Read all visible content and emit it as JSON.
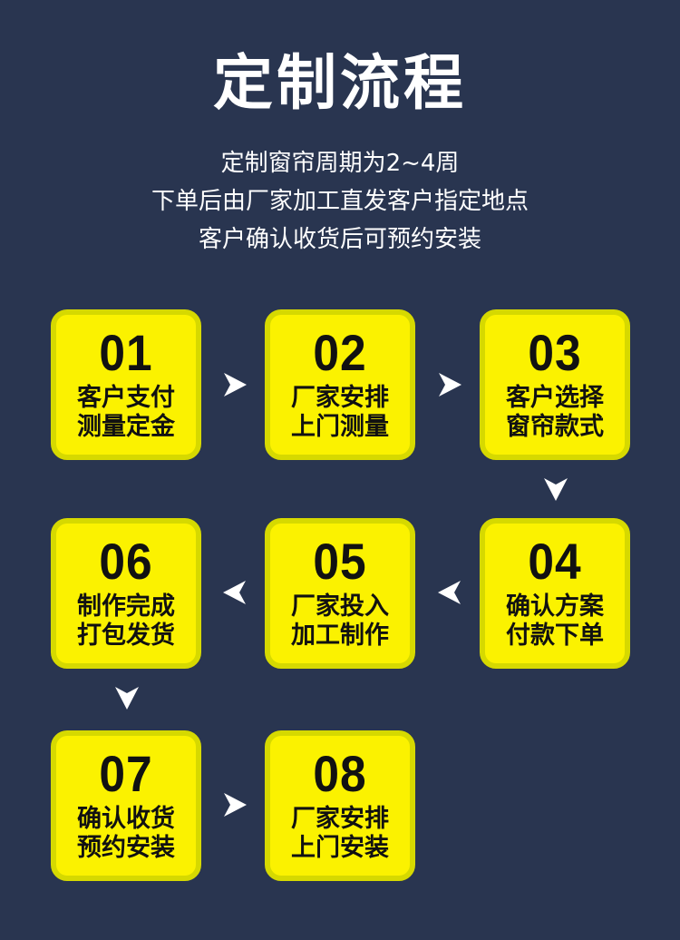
{
  "title": "定制流程",
  "subtitles": [
    "定制窗帘周期为2~4周",
    "下单后由厂家加工直发客户指定地点",
    "客户确认收货后可预约安装"
  ],
  "steps": [
    {
      "num": "01",
      "line1": "客户支付",
      "line2": "测量定金"
    },
    {
      "num": "02",
      "line1": "厂家安排",
      "line2": "上门测量"
    },
    {
      "num": "03",
      "line1": "客户选择",
      "line2": "窗帘款式"
    },
    {
      "num": "04",
      "line1": "确认方案",
      "line2": "付款下单"
    },
    {
      "num": "05",
      "line1": "厂家投入",
      "line2": "加工制作"
    },
    {
      "num": "06",
      "line1": "制作完成",
      "line2": "打包发货"
    },
    {
      "num": "07",
      "line1": "确认收货",
      "line2": "预约安装"
    },
    {
      "num": "08",
      "line1": "厂家安排",
      "line2": "上门安装"
    }
  ],
  "colors": {
    "background": "#293550",
    "card_fill": "#fbf200",
    "card_border": "#d6d900",
    "arrow": "#ffffff"
  },
  "icons": [
    "arrow-right-icon",
    "arrow-down-icon",
    "arrow-left-icon"
  ]
}
